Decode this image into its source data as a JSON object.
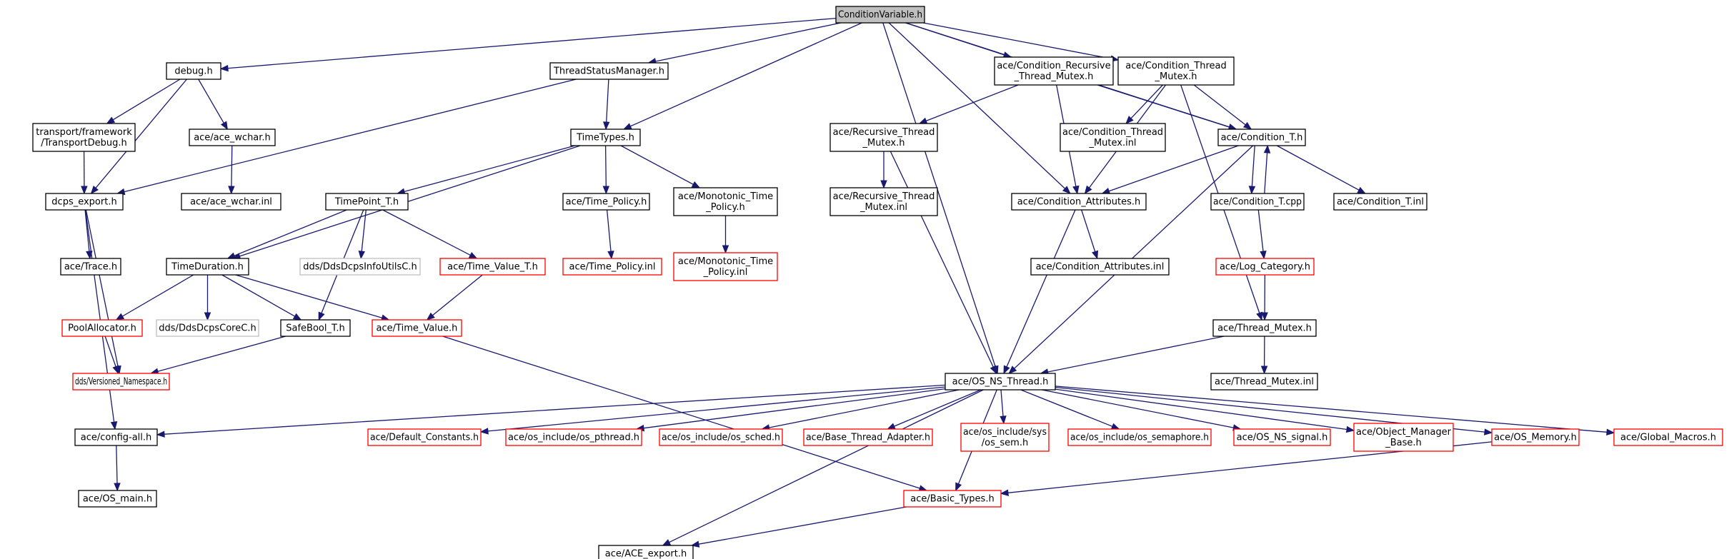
{
  "colors": {
    "edge": "#191970",
    "root_fill": "#bfbfbf",
    "normal_border": "#000000",
    "truncated_border": "#ff0000",
    "missing_border": "#bfbfbf",
    "text": "#000000"
  },
  "nodes": [
    {
      "id": "cv",
      "lines": [
        "ConditionVariable.h"
      ],
      "style": "root"
    },
    {
      "id": "debug",
      "lines": [
        "debug.h"
      ],
      "style": "normal"
    },
    {
      "id": "tsm",
      "lines": [
        "ThreadStatusManager.h"
      ],
      "style": "normal"
    },
    {
      "id": "crtm",
      "lines": [
        "ace/Condition_Recursive",
        "_Thread_Mutex.h"
      ],
      "style": "normal"
    },
    {
      "id": "ctm",
      "lines": [
        "ace/Condition_Thread",
        "_Mutex.h"
      ],
      "style": "normal"
    },
    {
      "id": "tpf",
      "lines": [
        "transport/framework",
        "/TransportDebug.h"
      ],
      "style": "normal"
    },
    {
      "id": "acewchar",
      "lines": [
        "ace/ace_wchar.h"
      ],
      "style": "normal"
    },
    {
      "id": "timetypes",
      "lines": [
        "TimeTypes.h"
      ],
      "style": "normal"
    },
    {
      "id": "rtm",
      "lines": [
        "ace/Recursive_Thread",
        "_Mutex.h"
      ],
      "style": "normal"
    },
    {
      "id": "ctminl",
      "lines": [
        "ace/Condition_Thread",
        "_Mutex.inl"
      ],
      "style": "normal"
    },
    {
      "id": "condt",
      "lines": [
        "ace/Condition_T.h"
      ],
      "style": "normal"
    },
    {
      "id": "dcps",
      "lines": [
        "dcps_export.h"
      ],
      "style": "normal"
    },
    {
      "id": "acewcharinl",
      "lines": [
        "ace/ace_wchar.inl"
      ],
      "style": "normal"
    },
    {
      "id": "timepoint",
      "lines": [
        "TimePoint_T.h"
      ],
      "style": "normal"
    },
    {
      "id": "timepolicy",
      "lines": [
        "ace/Time_Policy.h"
      ],
      "style": "normal"
    },
    {
      "id": "monotp",
      "lines": [
        "ace/Monotonic_Time",
        "_Policy.h"
      ],
      "style": "normal"
    },
    {
      "id": "rtminl",
      "lines": [
        "ace/Recursive_Thread",
        "_Mutex.inl"
      ],
      "style": "normal"
    },
    {
      "id": "condattr",
      "lines": [
        "ace/Condition_Attributes.h"
      ],
      "style": "normal"
    },
    {
      "id": "condtcpp",
      "lines": [
        "ace/Condition_T.cpp"
      ],
      "style": "normal"
    },
    {
      "id": "condtinl",
      "lines": [
        "ace/Condition_T.inl"
      ],
      "style": "normal"
    },
    {
      "id": "trace",
      "lines": [
        "ace/Trace.h"
      ],
      "style": "normal"
    },
    {
      "id": "timeduration",
      "lines": [
        "TimeDuration.h"
      ],
      "style": "normal"
    },
    {
      "id": "ddsinfo",
      "lines": [
        "dds/DdsDcpsInfoUtilsC.h"
      ],
      "style": "missing"
    },
    {
      "id": "timevaluet",
      "lines": [
        "ace/Time_Value_T.h"
      ],
      "style": "truncated"
    },
    {
      "id": "timepolicyinl",
      "lines": [
        "ace/Time_Policy.inl"
      ],
      "style": "truncated"
    },
    {
      "id": "monotpinl",
      "lines": [
        "ace/Monotonic_Time",
        "_Policy.inl"
      ],
      "style": "truncated"
    },
    {
      "id": "condattrinl",
      "lines": [
        "ace/Condition_Attributes.inl"
      ],
      "style": "normal"
    },
    {
      "id": "logcat",
      "lines": [
        "ace/Log_Category.h"
      ],
      "style": "truncated"
    },
    {
      "id": "poolalloc",
      "lines": [
        "PoolAllocator.h"
      ],
      "style": "truncated"
    },
    {
      "id": "ddscore",
      "lines": [
        "dds/DdsDcpsCoreC.h"
      ],
      "style": "missing"
    },
    {
      "id": "safebool",
      "lines": [
        "SafeBool_T.h"
      ],
      "style": "normal"
    },
    {
      "id": "timevalue",
      "lines": [
        "ace/Time_Value.h"
      ],
      "style": "truncated"
    },
    {
      "id": "threadmutex",
      "lines": [
        "ace/Thread_Mutex.h"
      ],
      "style": "normal"
    },
    {
      "id": "versioned",
      "lines": [
        "dds/Versioned_Namespace.h"
      ],
      "style": "truncated"
    },
    {
      "id": "osns",
      "lines": [
        "ace/OS_NS_Thread.h"
      ],
      "style": "normal"
    },
    {
      "id": "threadmutexinl",
      "lines": [
        "ace/Thread_Mutex.inl"
      ],
      "style": "normal"
    },
    {
      "id": "configall",
      "lines": [
        "ace/config-all.h"
      ],
      "style": "normal"
    },
    {
      "id": "defconst",
      "lines": [
        "ace/Default_Constants.h"
      ],
      "style": "truncated"
    },
    {
      "id": "ospthread",
      "lines": [
        "ace/os_include/os_pthread.h"
      ],
      "style": "truncated"
    },
    {
      "id": "ossched",
      "lines": [
        "ace/os_include/os_sched.h"
      ],
      "style": "truncated"
    },
    {
      "id": "basethread",
      "lines": [
        "ace/Base_Thread_Adapter.h"
      ],
      "style": "truncated"
    },
    {
      "id": "ossem",
      "lines": [
        "ace/os_include/sys",
        "/os_sem.h"
      ],
      "style": "truncated"
    },
    {
      "id": "ossemaphore",
      "lines": [
        "ace/os_include/os_semaphore.h"
      ],
      "style": "truncated"
    },
    {
      "id": "osnssignal",
      "lines": [
        "ace/OS_NS_signal.h"
      ],
      "style": "truncated"
    },
    {
      "id": "objmgr",
      "lines": [
        "ace/Object_Manager",
        "_Base.h"
      ],
      "style": "truncated"
    },
    {
      "id": "osmemory",
      "lines": [
        "ace/OS_Memory.h"
      ],
      "style": "truncated"
    },
    {
      "id": "globalmacros",
      "lines": [
        "ace/Global_Macros.h"
      ],
      "style": "truncated"
    },
    {
      "id": "osmain",
      "lines": [
        "ace/OS_main.h"
      ],
      "style": "normal"
    },
    {
      "id": "basictypes",
      "lines": [
        "ace/Basic_Types.h"
      ],
      "style": "truncated"
    },
    {
      "id": "aceexport",
      "lines": [
        "ace/ACE_export.h"
      ],
      "style": "normal"
    }
  ],
  "edges": [
    [
      "cv",
      "debug"
    ],
    [
      "cv",
      "tsm"
    ],
    [
      "cv",
      "timetypes"
    ],
    [
      "cv",
      "osns"
    ],
    [
      "cv",
      "condattr"
    ],
    [
      "cv",
      "crtm"
    ],
    [
      "cv",
      "ctm"
    ],
    [
      "cv",
      "condt"
    ],
    [
      "debug",
      "tpf"
    ],
    [
      "debug",
      "acewchar"
    ],
    [
      "debug",
      "dcps"
    ],
    [
      "tpf",
      "dcps"
    ],
    [
      "acewchar",
      "acewcharinl"
    ],
    [
      "tsm",
      "dcps"
    ],
    [
      "tsm",
      "timetypes"
    ],
    [
      "crtm",
      "rtm"
    ],
    [
      "crtm",
      "condattr"
    ],
    [
      "crtm",
      "condt"
    ],
    [
      "ctm",
      "ctminl"
    ],
    [
      "ctm",
      "condt"
    ],
    [
      "ctm",
      "condattr"
    ],
    [
      "ctm",
      "threadmutex"
    ],
    [
      "timetypes",
      "timeduration"
    ],
    [
      "timetypes",
      "timepoint"
    ],
    [
      "timetypes",
      "timepolicy"
    ],
    [
      "timetypes",
      "monotp"
    ],
    [
      "rtm",
      "rtminl"
    ],
    [
      "rtm",
      "osns"
    ],
    [
      "condt",
      "condattr"
    ],
    [
      "condt",
      "condtcpp"
    ],
    [
      "condtcpp",
      "condt"
    ],
    [
      "condt",
      "condtinl"
    ],
    [
      "condt",
      "osns"
    ],
    [
      "dcps",
      "trace"
    ],
    [
      "dcps",
      "versioned"
    ],
    [
      "dcps",
      "configall"
    ],
    [
      "timepoint",
      "timeduration"
    ],
    [
      "timepoint",
      "safebool"
    ],
    [
      "timepoint",
      "ddsinfo"
    ],
    [
      "timepoint",
      "timevaluet"
    ],
    [
      "timepolicy",
      "timepolicyinl"
    ],
    [
      "monotp",
      "monotpinl"
    ],
    [
      "condattr",
      "condattrinl"
    ],
    [
      "condattr",
      "osns"
    ],
    [
      "condtcpp",
      "logcat"
    ],
    [
      "logcat",
      "threadmutex"
    ],
    [
      "timeduration",
      "poolalloc"
    ],
    [
      "timeduration",
      "ddscore"
    ],
    [
      "timeduration",
      "safebool"
    ],
    [
      "timeduration",
      "timevalue"
    ],
    [
      "timevaluet",
      "timevalue"
    ],
    [
      "poolalloc",
      "versioned"
    ],
    [
      "safebool",
      "versioned"
    ],
    [
      "timevalue",
      "basictypes"
    ],
    [
      "threadmutex",
      "threadmutexinl"
    ],
    [
      "threadmutex",
      "osns"
    ],
    [
      "osns",
      "configall"
    ],
    [
      "osns",
      "defconst"
    ],
    [
      "osns",
      "ospthread"
    ],
    [
      "osns",
      "ossched"
    ],
    [
      "osns",
      "basethread"
    ],
    [
      "osns",
      "ossem"
    ],
    [
      "osns",
      "ossemaphore"
    ],
    [
      "osns",
      "osnssignal"
    ],
    [
      "osns",
      "objmgr"
    ],
    [
      "osns",
      "osmemory"
    ],
    [
      "osns",
      "globalmacros"
    ],
    [
      "osns",
      "basictypes"
    ],
    [
      "osns",
      "aceexport"
    ],
    [
      "configall",
      "osmain"
    ],
    [
      "osmemory",
      "basictypes"
    ],
    [
      "basictypes",
      "aceexport"
    ]
  ]
}
